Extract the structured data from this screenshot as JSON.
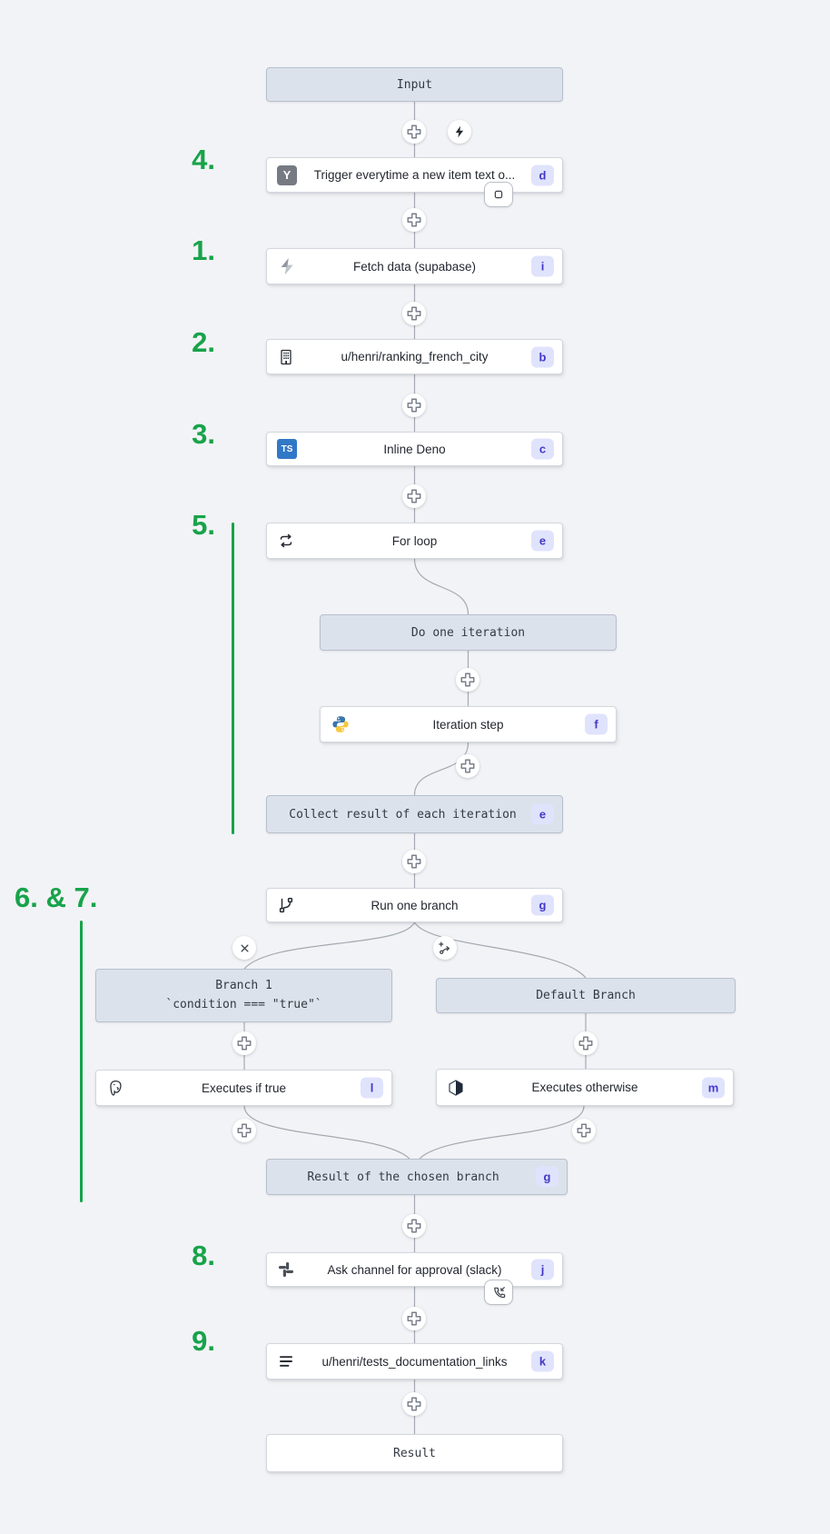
{
  "colors": {
    "background": "#f2f3f6",
    "accent_green": "#17a34a",
    "badge_bg": "#e0e3fc",
    "badge_text": "#4338ca",
    "virtual_node_bg": "#dce2ec",
    "connector_gray": "#a3a9b3"
  },
  "annotations": {
    "step1": "1.",
    "step2": "2.",
    "step3": "3.",
    "step4": "4.",
    "step5": "5.",
    "step67": "6. & 7.",
    "step8": "8.",
    "step9": "9."
  },
  "icons": {
    "hackernews": "Y",
    "typescript": "TS",
    "close": "×"
  },
  "nodes": {
    "input": {
      "label": "Input"
    },
    "trigger": {
      "label": "Trigger everytime a new item text o...",
      "badge": "d"
    },
    "fetch": {
      "label": "Fetch data (supabase)",
      "badge": "i"
    },
    "ranking": {
      "label": "u/henri/ranking_french_city",
      "badge": "b"
    },
    "inline_deno": {
      "label": "Inline Deno",
      "badge": "c"
    },
    "for_loop": {
      "label": "For loop",
      "badge": "e"
    },
    "do_one_iteration": {
      "label": "Do one iteration"
    },
    "iteration_step": {
      "label": "Iteration step",
      "badge": "f"
    },
    "collect": {
      "label": "Collect result of each iteration",
      "badge": "e"
    },
    "run_one_branch": {
      "label": "Run one branch",
      "badge": "g"
    },
    "branch1": {
      "title": "Branch 1",
      "condition": "`condition === \"true\"`"
    },
    "default_branch": {
      "label": "Default Branch"
    },
    "executes_if_true": {
      "label": "Executes if true",
      "badge": "l"
    },
    "executes_otherwise": {
      "label": "Executes otherwise",
      "badge": "m"
    },
    "result_chosen": {
      "label": "Result of the chosen branch",
      "badge": "g"
    },
    "ask_channel": {
      "label": "Ask channel for approval (slack)",
      "badge": "j"
    },
    "tests_doc": {
      "label": "u/henri/tests_documentation_links",
      "badge": "k"
    },
    "result": {
      "label": "Result"
    }
  }
}
